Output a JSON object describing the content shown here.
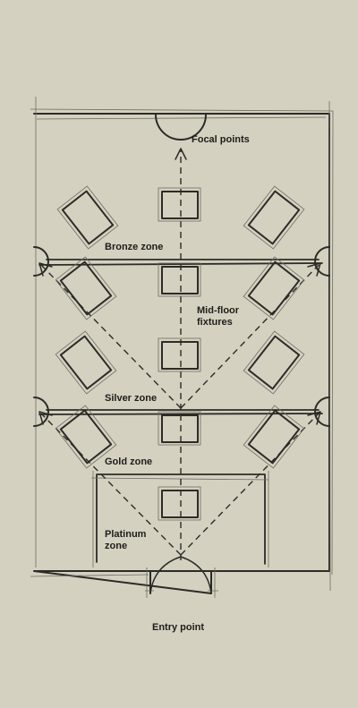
{
  "labels": {
    "focal_points": "Focal points",
    "bronze_zone": "Bronze zone",
    "mid_floor_fixtures_line1": "Mid-floor",
    "mid_floor_fixtures_line2": "fixtures",
    "silver_zone": "Silver zone",
    "gold_zone": "Gold zone",
    "platinum_zone_line1": "Platinum",
    "platinum_zone_line2": "zone",
    "entry_point": "Entry point"
  },
  "colors": {
    "background": "#d4d1c0",
    "ink": "#2c2b27"
  }
}
